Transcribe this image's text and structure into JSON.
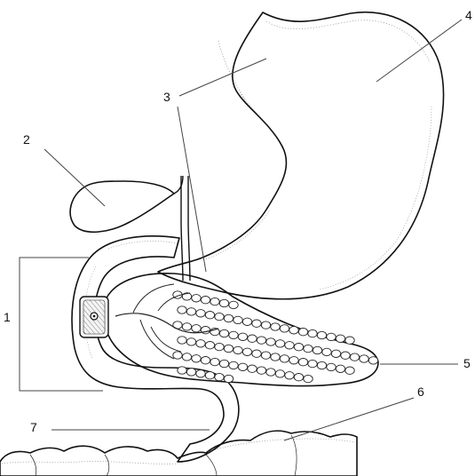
{
  "figure": {
    "labels": [
      {
        "id": "label-1",
        "text": "1"
      },
      {
        "id": "label-2",
        "text": "2"
      },
      {
        "id": "label-3",
        "text": "3"
      },
      {
        "id": "label-4",
        "text": "4"
      },
      {
        "id": "label-5",
        "text": "5"
      },
      {
        "id": "label-6",
        "text": "6"
      },
      {
        "id": "label-7",
        "text": "7"
      }
    ]
  },
  "colors": {
    "ink": "#111111",
    "background": "#ffffff"
  }
}
